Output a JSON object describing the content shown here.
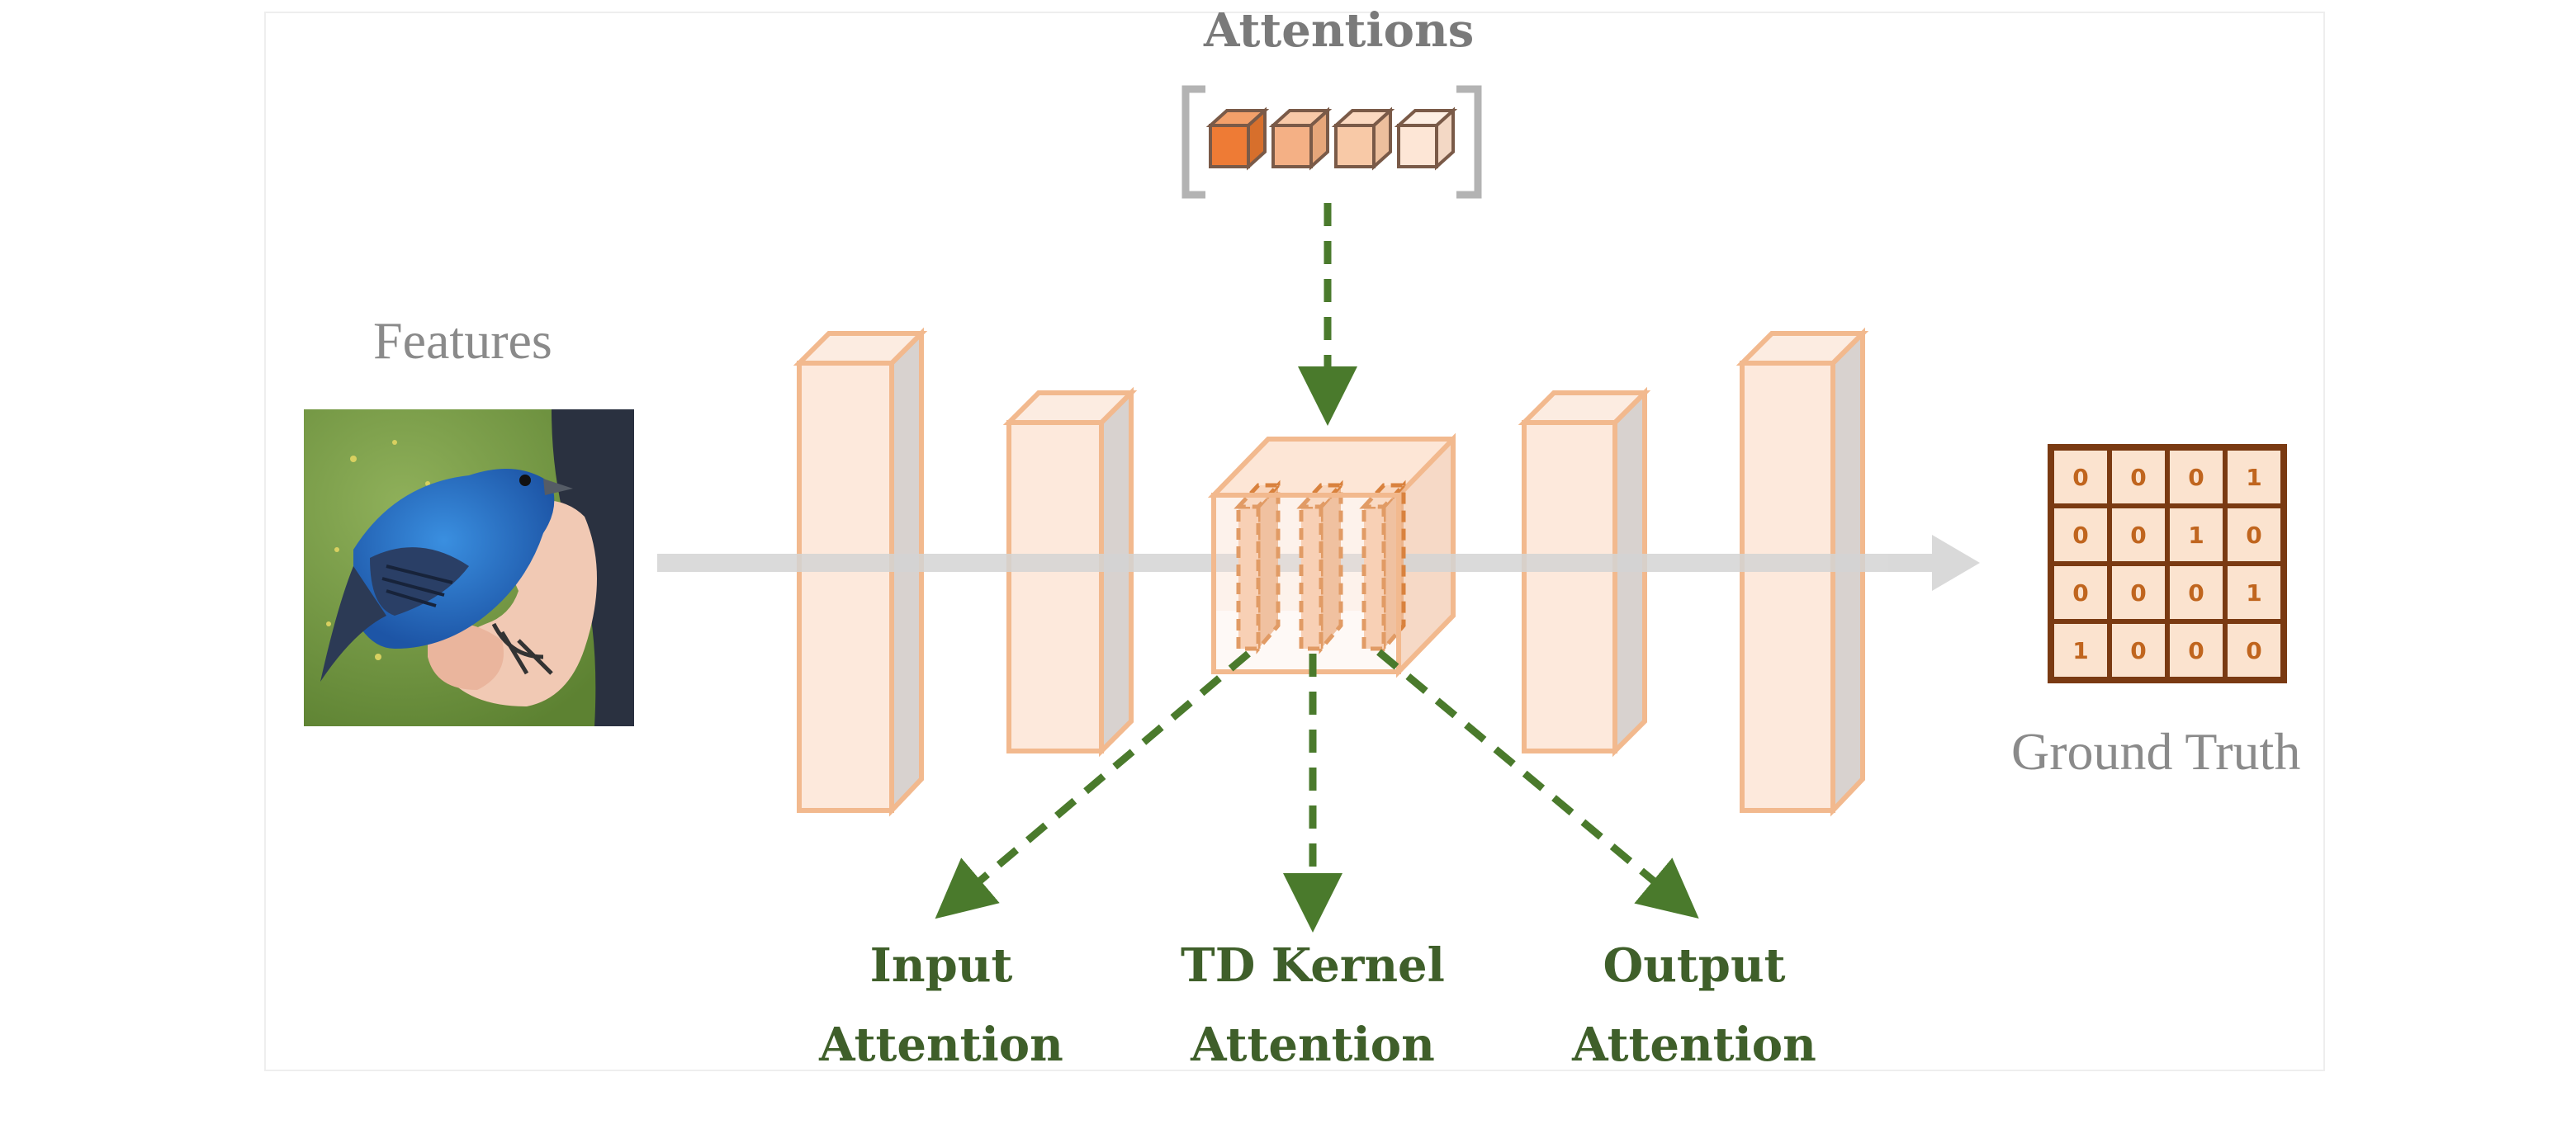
{
  "labels": {
    "attentions": "Attentions",
    "features": "Features",
    "ground_truth": "Ground Truth",
    "input_attention_line1": "Input",
    "input_attention_line2": "Attention",
    "kernel_attention_line1": "TD Kernel",
    "kernel_attention_line2": "Attention",
    "output_attention_line1": "Output",
    "output_attention_line2": "Attention"
  },
  "ground_truth_matrix": [
    [
      "0",
      "0",
      "0",
      "1"
    ],
    [
      "0",
      "0",
      "1",
      "0"
    ],
    [
      "0",
      "0",
      "0",
      "1"
    ],
    [
      "1",
      "0",
      "0",
      "0"
    ]
  ],
  "colors": {
    "arrow_green": "#4a7a2c",
    "block_fill": "#fde9dc",
    "block_stroke": "#f2b98e",
    "cube_dark": "#ee7b35",
    "cube_light": "#fbe3cf",
    "flow_arrow": "#d3d3d3",
    "matrix_border": "#7a3a12"
  },
  "icons": {
    "image": "blue-bird-photo",
    "flow": "right-arrow"
  }
}
